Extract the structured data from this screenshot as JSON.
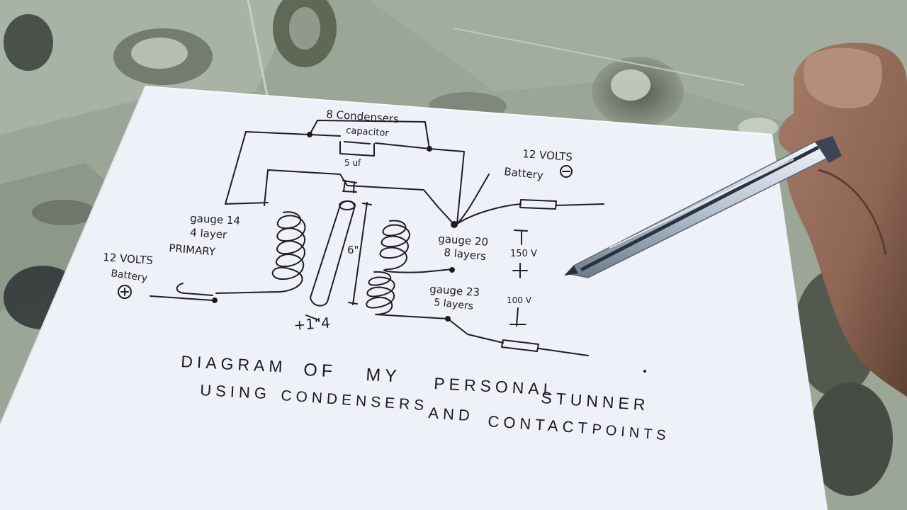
{
  "photo": {
    "subject": "Hand-drawn stun gun circuit on paper with pen",
    "colors": {
      "tablecloth": "#9aa596",
      "tablecloth_dark": "#6f7a6c",
      "paper": "#eef1f7",
      "ink": "#1e1e26",
      "skin": "#9a7260",
      "pen_body": "#c9d3de"
    }
  },
  "labels": {
    "cap_top": "8 Condensers",
    "cap_sub": "capacitor",
    "cap_value": "5 uf",
    "batt_right_volts": "12 VOLTS",
    "batt_right_word": "Battery",
    "batt_right_sign": "⊖",
    "primary_l1": "gauge 14",
    "primary_l2": "4 layer",
    "primary_l3": "PRIMARY",
    "batt_left_volts": "12 VOLTS",
    "batt_left_word": "Battery",
    "batt_left_sign": "⊕",
    "core_len": "6\"",
    "core_dia": "+1\"4",
    "sec1_l1": "gauge 20",
    "sec1_l2": "8 layers",
    "sec2_l1": "gauge 23",
    "sec2_l2": "5 layers",
    "volt_150": "150 V",
    "volt_100": "100 V",
    "title_l1_a": "DIAGRAM",
    "title_l1_b": "OF",
    "title_l1_c": "MY",
    "title_l1_d": "PERSONAL",
    "title_l1_e": "STUNNER",
    "title_l2_a": "USING",
    "title_l2_b": "CONDENSERS",
    "title_l2_c": "AND",
    "title_l2_d": "CONTACT",
    "title_l2_e": "POINTS"
  }
}
